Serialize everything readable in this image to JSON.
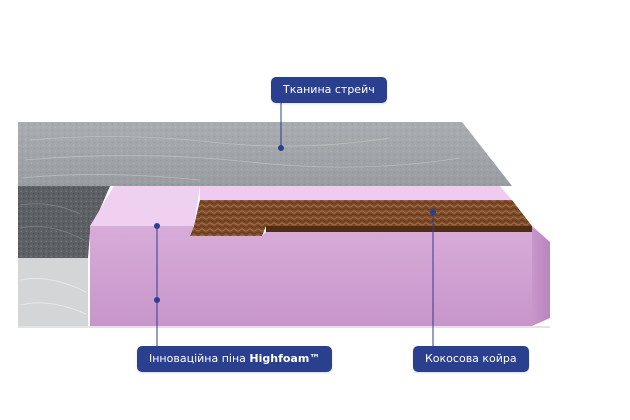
{
  "labels": {
    "stretch_fabric": "Тканина стрейч",
    "foam_prefix": "Інноваційна піна ",
    "foam_brand": "Highfoam™",
    "coconut_coir": "Кокосова койра"
  },
  "colors": {
    "label_bg": "#2b3f8f",
    "label_text": "#ffffff",
    "fabric_top": "#9fa2a6",
    "fabric_side": "#5a5d62",
    "foam": "#d4a6d6",
    "foam_light": "#f2d3f2",
    "coir": "#7a4a2c",
    "leader_line": "#2b3f8f"
  }
}
